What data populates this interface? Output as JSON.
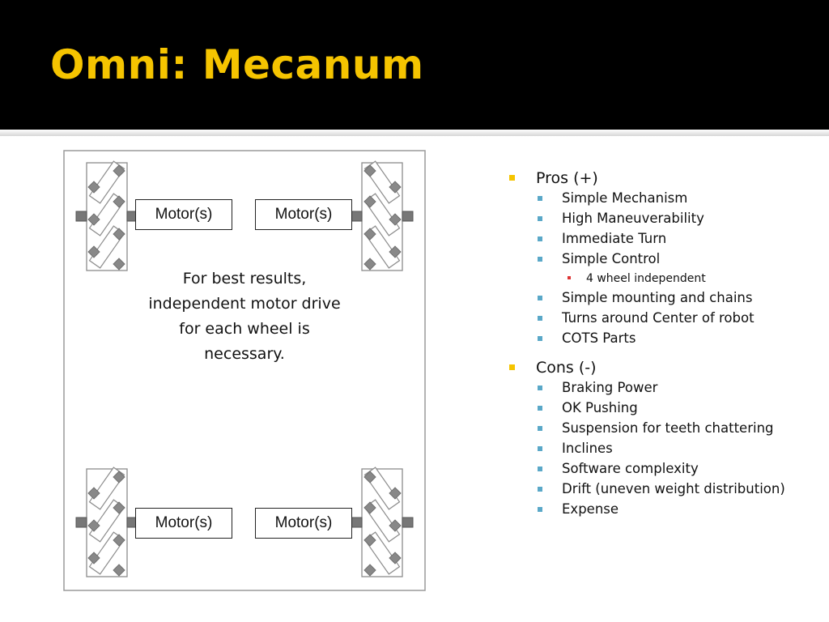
{
  "slide": {
    "title": "Omni: Mecanum"
  },
  "diagram": {
    "motor_label": "Motor(s)",
    "motors": [
      {
        "label": "Motor(s)"
      },
      {
        "label": "Motor(s)"
      },
      {
        "label": "Motor(s)"
      },
      {
        "label": "Motor(s)"
      }
    ],
    "center_note": "For best results, independent motor drive for each wheel is necessary."
  },
  "bullets": {
    "pros": {
      "heading": "Pros (+)",
      "items": [
        "Simple Mechanism",
        "High Maneuverability",
        "Immediate Turn",
        "Simple Control",
        "Simple mounting and chains",
        "Turns around Center of robot",
        "COTS Parts"
      ],
      "sub_item": "4 wheel independent"
    },
    "cons": {
      "heading": "Cons (-)",
      "items": [
        "Braking Power",
        "OK Pushing",
        "Suspension for teeth chattering",
        "Inclines",
        "Software complexity",
        "Drift (uneven weight distribution)",
        "Expense"
      ]
    }
  },
  "colors": {
    "title": "#f5c400",
    "bullet_l1": "#f5c400",
    "bullet_l2": "#5aa8c8",
    "bullet_l3": "#d33333"
  }
}
